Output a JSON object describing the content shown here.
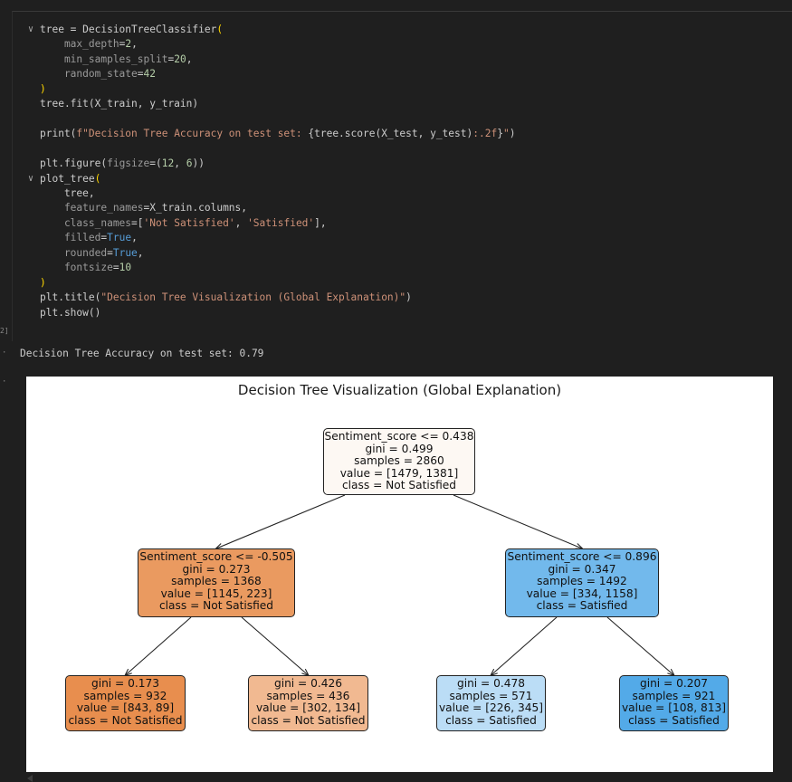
{
  "code_lines": [
    {
      "fold": "∨",
      "tokens": [
        [
          "plain",
          "tree = DecisionTreeClassifier"
        ],
        [
          "paren",
          "("
        ]
      ]
    },
    {
      "fold": "",
      "tokens": [
        [
          "param",
          "    max_depth"
        ],
        [
          "plain",
          "="
        ],
        [
          "num",
          "2"
        ],
        [
          "plain",
          ","
        ]
      ]
    },
    {
      "fold": "",
      "tokens": [
        [
          "param",
          "    min_samples_split"
        ],
        [
          "plain",
          "="
        ],
        [
          "num",
          "20"
        ],
        [
          "plain",
          ","
        ]
      ]
    },
    {
      "fold": "",
      "tokens": [
        [
          "param",
          "    random_state"
        ],
        [
          "plain",
          "="
        ],
        [
          "num",
          "42"
        ]
      ]
    },
    {
      "fold": "",
      "tokens": [
        [
          "paren",
          ")"
        ]
      ]
    },
    {
      "fold": "",
      "tokens": [
        [
          "plain",
          "tree.fit(X_train, y_train)"
        ]
      ]
    },
    {
      "fold": "",
      "tokens": [
        [
          "plain",
          ""
        ]
      ]
    },
    {
      "fold": "",
      "tokens": [
        [
          "plain",
          "print("
        ],
        [
          "str",
          "f\"Decision Tree Accuracy on test set: "
        ],
        [
          "plain",
          "{tree.score(X_test, y_test)"
        ],
        [
          "str",
          ":.2f"
        ],
        [
          "plain",
          "}"
        ],
        [
          "str",
          "\""
        ],
        [
          "plain",
          ")"
        ]
      ]
    },
    {
      "fold": "",
      "tokens": [
        [
          "plain",
          ""
        ]
      ]
    },
    {
      "fold": "",
      "tokens": [
        [
          "plain",
          "plt.figure("
        ],
        [
          "param",
          "figsize"
        ],
        [
          "plain",
          "=("
        ],
        [
          "num",
          "12"
        ],
        [
          "plain",
          ", "
        ],
        [
          "num",
          "6"
        ],
        [
          "plain",
          "))"
        ]
      ]
    },
    {
      "fold": "∨",
      "tokens": [
        [
          "plain",
          "plot_tree"
        ],
        [
          "paren",
          "("
        ]
      ]
    },
    {
      "fold": "",
      "tokens": [
        [
          "plain",
          "    tree,"
        ]
      ]
    },
    {
      "fold": "",
      "tokens": [
        [
          "param",
          "    feature_names"
        ],
        [
          "plain",
          "=X_train.columns,"
        ]
      ]
    },
    {
      "fold": "",
      "tokens": [
        [
          "param",
          "    class_names"
        ],
        [
          "plain",
          "=["
        ],
        [
          "str",
          "'Not Satisfied'"
        ],
        [
          "plain",
          ", "
        ],
        [
          "str",
          "'Satisfied'"
        ],
        [
          "plain",
          "],"
        ]
      ]
    },
    {
      "fold": "",
      "tokens": [
        [
          "param",
          "    filled"
        ],
        [
          "plain",
          "="
        ],
        [
          "bool",
          "True"
        ],
        [
          "plain",
          ","
        ]
      ]
    },
    {
      "fold": "",
      "tokens": [
        [
          "param",
          "    rounded"
        ],
        [
          "plain",
          "="
        ],
        [
          "bool",
          "True"
        ],
        [
          "plain",
          ","
        ]
      ]
    },
    {
      "fold": "",
      "tokens": [
        [
          "param",
          "    fontsize"
        ],
        [
          "plain",
          "="
        ],
        [
          "num",
          "10"
        ]
      ]
    },
    {
      "fold": "",
      "tokens": [
        [
          "paren",
          ")"
        ]
      ]
    },
    {
      "fold": "",
      "tokens": [
        [
          "plain",
          "plt.title("
        ],
        [
          "str",
          "\"Decision Tree Visualization (Global Explanation)\""
        ],
        [
          "plain",
          ")"
        ]
      ]
    },
    {
      "fold": "",
      "tokens": [
        [
          "plain",
          "plt.show()"
        ]
      ]
    }
  ],
  "cell": {
    "exec_count": "2]",
    "output_marker": "·",
    "output_text": "Decision Tree Accuracy on test set: 0.79"
  },
  "figure": {
    "title": "Decision Tree Visualization (Global Explanation)",
    "nodes": [
      {
        "id": "root",
        "lines": [
          "Sentiment_score <= 0.438",
          "gini = 0.499",
          "samples = 2860",
          "value = [1479, 1381]",
          "class = Not Satisfied"
        ],
        "fill": "#fdf8f3"
      },
      {
        "id": "left",
        "lines": [
          "Sentiment_score <= -0.505",
          "gini = 0.273",
          "samples = 1368",
          "value = [1145, 223]",
          "class = Not Satisfied"
        ],
        "fill": "#ea9a60"
      },
      {
        "id": "right",
        "lines": [
          "Sentiment_score <= 0.896",
          "gini = 0.347",
          "samples = 1492",
          "value = [334, 1158]",
          "class = Satisfied"
        ],
        "fill": "#72b9ec"
      },
      {
        "id": "ll",
        "lines": [
          "gini = 0.173",
          "samples = 932",
          "value = [843, 89]",
          "class = Not Satisfied"
        ],
        "fill": "#e88e4e"
      },
      {
        "id": "lr",
        "lines": [
          "gini = 0.426",
          "samples = 436",
          "value = [302, 134]",
          "class = Not Satisfied"
        ],
        "fill": "#f1b991"
      },
      {
        "id": "rl",
        "lines": [
          "gini = 0.478",
          "samples = 571",
          "value = [226, 345]",
          "class = Satisfied"
        ],
        "fill": "#bbddf6"
      },
      {
        "id": "rr",
        "lines": [
          "gini = 0.207",
          "samples = 921",
          "value = [108, 813]",
          "class = Satisfied"
        ],
        "fill": "#53aae8"
      }
    ]
  }
}
